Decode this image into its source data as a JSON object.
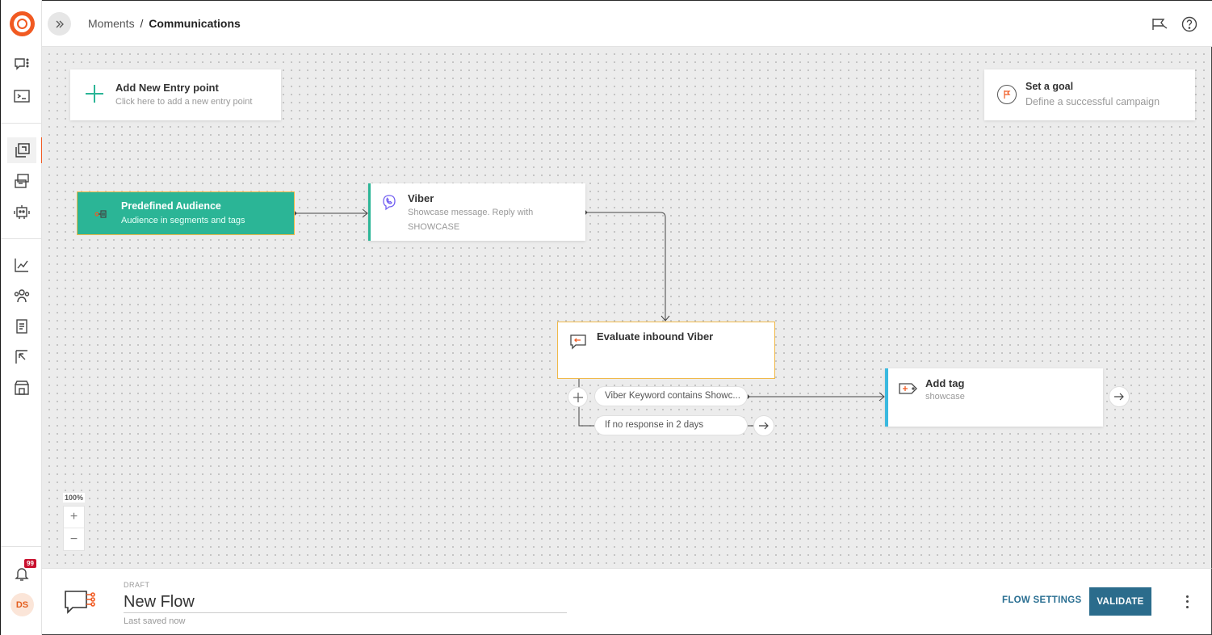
{
  "breadcrumb": {
    "parent": "Moments",
    "separator": "/",
    "current": "Communications"
  },
  "sidebar": {
    "items": [
      {
        "icon": "chat-menu-icon"
      },
      {
        "icon": "terminal-icon"
      },
      {
        "icon": "flow-copy-icon",
        "active": true
      },
      {
        "icon": "broadcast-icon"
      },
      {
        "icon": "bot-icon"
      },
      {
        "icon": "analytics-icon"
      },
      {
        "icon": "people-icon"
      },
      {
        "icon": "notebook-icon"
      },
      {
        "icon": "export-icon"
      },
      {
        "icon": "store-icon"
      }
    ],
    "notifications_badge": "99",
    "avatar_initials": "DS"
  },
  "canvas": {
    "entry_point": {
      "title": "Add New Entry point",
      "subtitle": "Click here to add a new entry point"
    },
    "goal": {
      "title": "Set a goal",
      "subtitle": "Define a successful campaign"
    },
    "nodes": {
      "audience": {
        "title": "Predefined Audience",
        "subtitle": "Audience in segments and tags"
      },
      "viber": {
        "title": "Viber",
        "subtitle": "Showcase message. Reply with SHOWCASE"
      },
      "evaluate": {
        "title": "Evaluate inbound Viber"
      },
      "add_tag": {
        "title": "Add tag",
        "subtitle": "showcase"
      }
    },
    "conditions": {
      "keyword": "Viber Keyword contains Showc...",
      "no_response": "If no response in 2 days"
    },
    "zoom_level": "100%",
    "zoom_in": "+",
    "zoom_out": "−"
  },
  "footer": {
    "status": "DRAFT",
    "flow_name": "New Flow",
    "saved_status": "Last saved now",
    "flow_settings_label": "FLOW SETTINGS",
    "validate_label": "VALIDATE"
  },
  "colors": {
    "brand_orange": "#f15a22",
    "audience_green": "#2bb596",
    "validate_blue": "#2b6c8c",
    "tag_blue": "#3ab9df",
    "highlight_border": "#f0b94a"
  }
}
